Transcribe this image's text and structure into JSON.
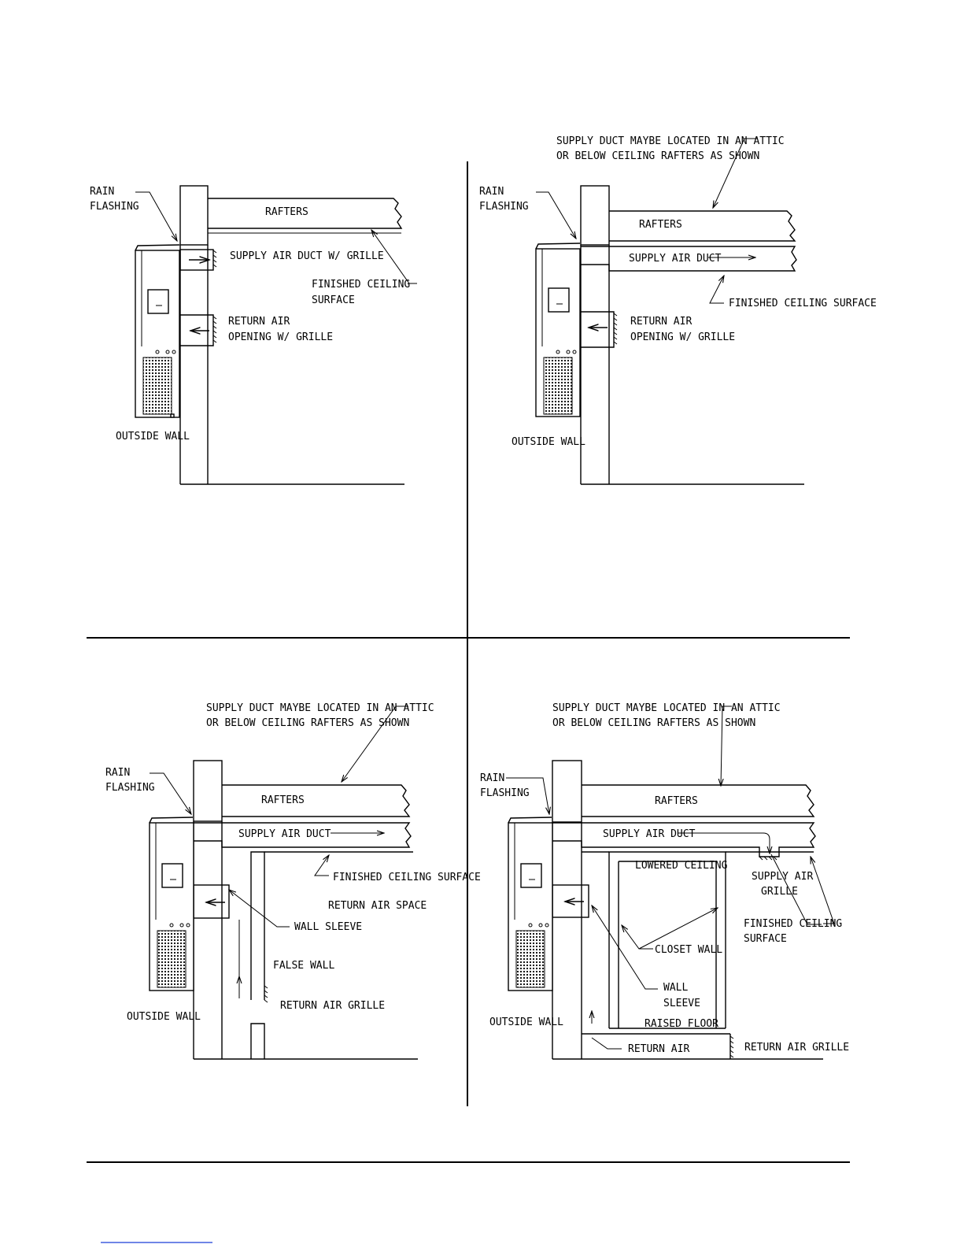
{
  "panels": {
    "a": {
      "rain_flashing": [
        "RAIN",
        "FLASHING"
      ],
      "rafters": "RAFTERS",
      "supply": "SUPPLY AIR DUCT W/ GRILLE",
      "finished_ceiling": [
        "FINISHED CEILING",
        "SURFACE"
      ],
      "return_air": [
        "RETURN AIR",
        "OPENING W/ GRILLE"
      ],
      "outside_wall": "OUTSIDE WALL"
    },
    "b": {
      "attic_note": [
        "SUPPLY DUCT MAYBE LOCATED IN AN ATTIC",
        "OR BELOW CEILING RAFTERS AS SHOWN"
      ],
      "rain_flashing": [
        "RAIN",
        "FLASHING"
      ],
      "rafters": "RAFTERS",
      "supply": "SUPPLY AIR DUCT",
      "finished_ceiling": "FINISHED CEILING SURFACE",
      "return_air": [
        "RETURN AIR",
        "OPENING W/ GRILLE"
      ],
      "outside_wall": "OUTSIDE WALL"
    },
    "c": {
      "attic_note": [
        "SUPPLY DUCT MAYBE LOCATED IN AN ATTIC",
        "OR BELOW CEILING RAFTERS AS SHOWN"
      ],
      "rain_flashing": [
        "RAIN",
        "FLASHING"
      ],
      "rafters": "RAFTERS",
      "supply": "SUPPLY AIR DUCT",
      "finished_ceiling": "FINISHED CEILING SURFACE",
      "return_space": "RETURN AIR SPACE",
      "wall_sleeve": "WALL SLEEVE",
      "false_wall": "FALSE WALL",
      "return_grille": "RETURN AIR GRILLE",
      "outside_wall": "OUTSIDE WALL"
    },
    "d": {
      "attic_note": [
        "SUPPLY DUCT MAYBE LOCATED IN AN ATTIC",
        "OR BELOW CEILING RAFTERS AS SHOWN"
      ],
      "rain_flashing": [
        "RAIN",
        "FLASHING"
      ],
      "rafters": "RAFTERS",
      "supply": "SUPPLY AIR DUCT",
      "lowered_ceiling": "LOWERED CEILING",
      "supply_grille": [
        "SUPPLY AIR",
        "GRILLE"
      ],
      "finished_ceiling": [
        "FINISHED CEILING",
        "SURFACE"
      ],
      "closet_wall": "CLOSET WALL",
      "wall_sleeve": [
        "WALL",
        "SLEEVE"
      ],
      "raised_floor": "RAISED FLOOR",
      "return_air": "RETURN AIR",
      "return_grille": "RETURN AIR GRILLE",
      "outside_wall": "OUTSIDE WALL"
    }
  }
}
